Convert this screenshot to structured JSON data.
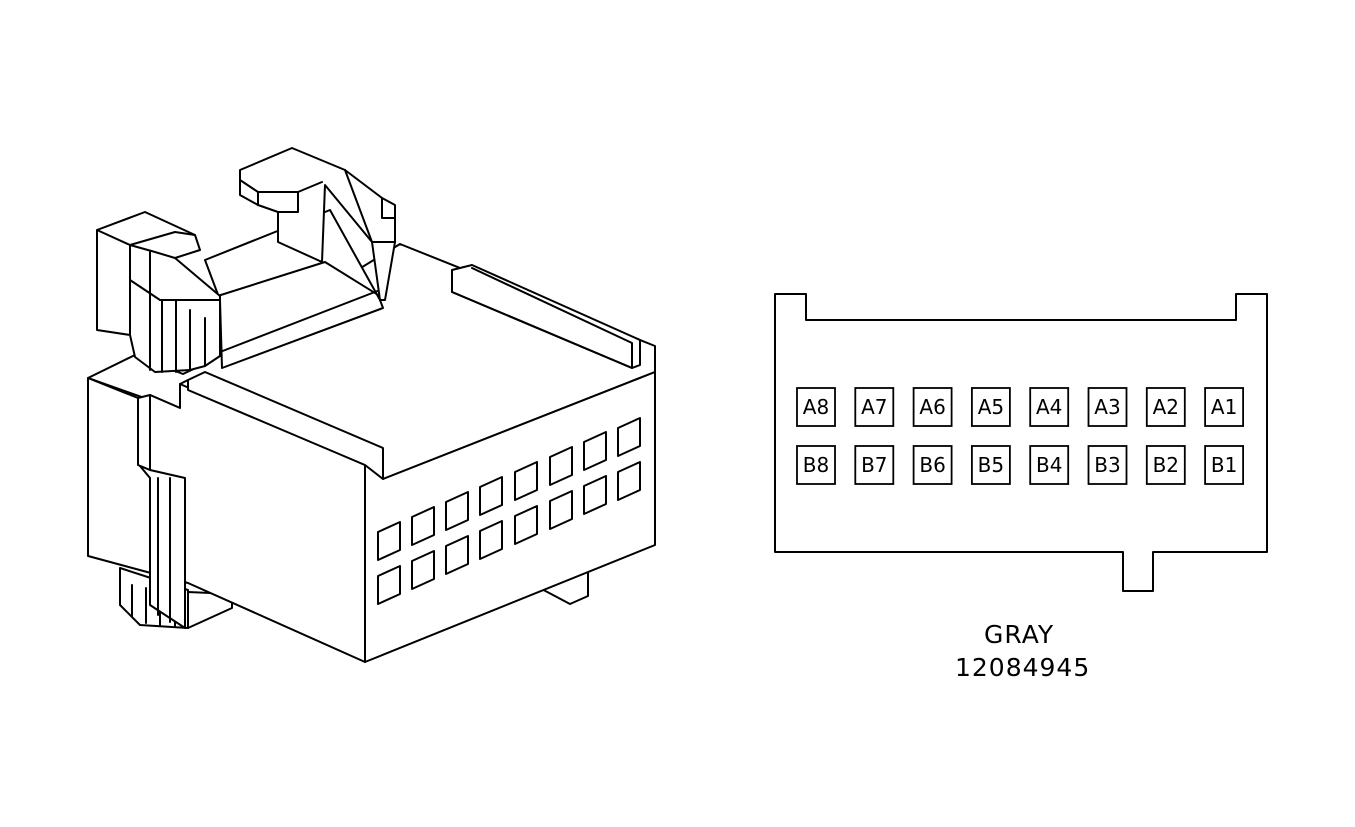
{
  "connector": {
    "color_label": "GRAY",
    "part_number": "12084945",
    "pins": {
      "row_a": [
        "A8",
        "A7",
        "A6",
        "A5",
        "A4",
        "A3",
        "A2",
        "A1"
      ],
      "row_b": [
        "B8",
        "B7",
        "B6",
        "B5",
        "B4",
        "B3",
        "B2",
        "B1"
      ]
    }
  },
  "colors": {
    "line": "#000000",
    "background": "#ffffff"
  }
}
